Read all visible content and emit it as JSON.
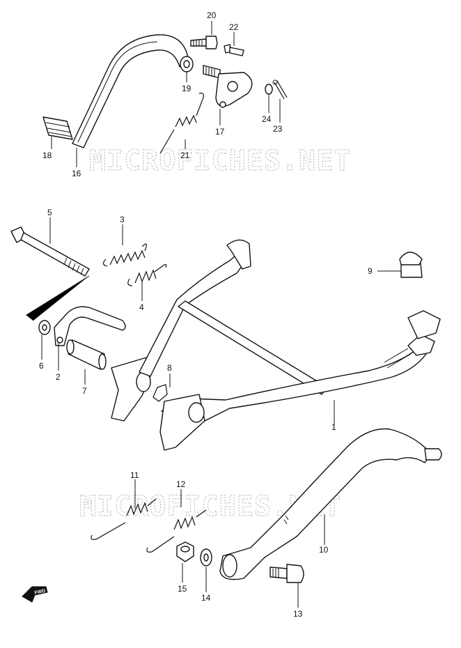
{
  "watermark": {
    "text": "MICROFICHES.NET"
  },
  "fwd_label": "FWD",
  "callouts": {
    "p1": "1",
    "p2": "2",
    "p3": "3",
    "p4": "4",
    "p5": "5",
    "p6": "6",
    "p7": "7",
    "p8": "8",
    "p9": "9",
    "p10": "10",
    "p11": "11",
    "p12": "12",
    "p13": "13",
    "p14": "14",
    "p15": "15",
    "p16": "16",
    "p17": "17",
    "p18": "18",
    "p19": "19",
    "p20": "20",
    "p21": "21",
    "p22": "22",
    "p23": "23",
    "p24": "24"
  }
}
